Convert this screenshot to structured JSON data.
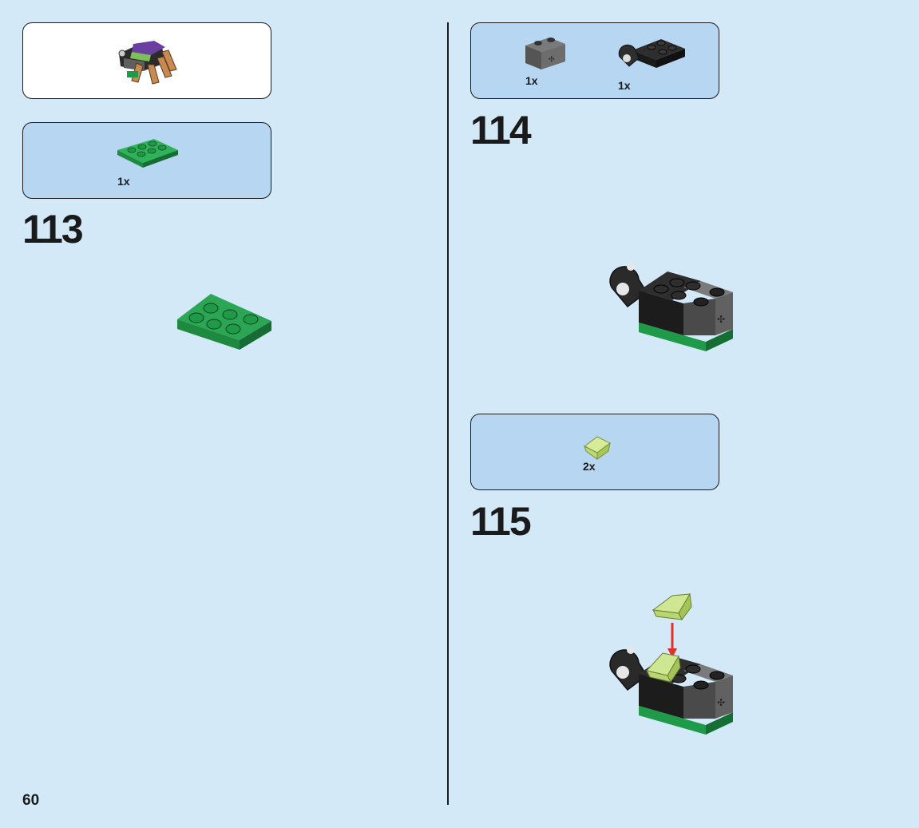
{
  "page": {
    "number": "60",
    "background": "#d3e9f8",
    "parts_panel_color": "#b7d6f1"
  },
  "left_column": {
    "submodel_callout": {
      "icon": "spider-submodel-icon"
    },
    "parts_list": {
      "items": [
        {
          "part": "green-plate-2x3-icon",
          "qty": "1x"
        }
      ]
    },
    "step": {
      "number": "113",
      "illustration": "green-plate-2x3-icon"
    }
  },
  "right_column": {
    "parts_list_114": {
      "items": [
        {
          "part": "gray-technic-brick-1x2-icon",
          "qty": "1x"
        },
        {
          "part": "black-plate-with-clip-icon",
          "qty": "1x"
        }
      ]
    },
    "step_114": {
      "number": "114",
      "illustration": "black-gray-assembly-icon"
    },
    "parts_list_115": {
      "items": [
        {
          "part": "lime-slope-1x1-icon",
          "qty": "2x"
        }
      ]
    },
    "step_115": {
      "number": "115",
      "illustration": "assembly-with-lime-slope-icon",
      "arrow_color": "#e0322c"
    }
  },
  "colors": {
    "green": "#1f9a48",
    "black": "#222222",
    "gray": "#5f5f5f",
    "lime": "#c3de7a",
    "purple": "#6a3fa0",
    "tan": "#c98a52"
  }
}
